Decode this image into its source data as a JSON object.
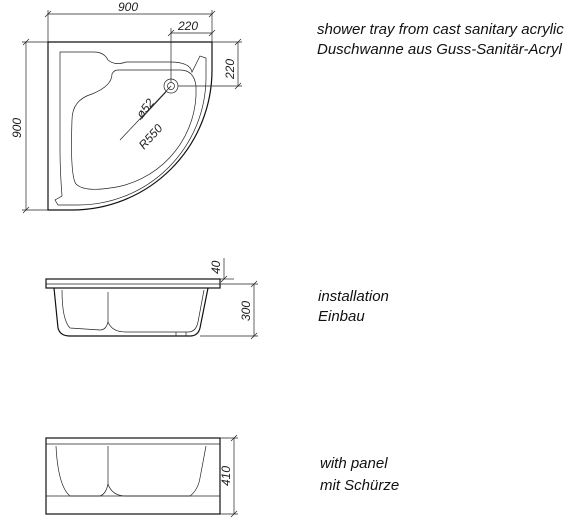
{
  "plan": {
    "dim_width": "900",
    "dim_depth": "900",
    "dim_offset_x": "220",
    "dim_offset_y": "220",
    "dim_drain": "ø52",
    "dim_radius": "R550"
  },
  "section_installation": {
    "dim_rim": "40",
    "dim_height": "300"
  },
  "section_panel": {
    "dim_height": "410"
  },
  "captions": {
    "tray_en": "shower tray from cast sanitary acrylic",
    "tray_de": "Duschwanne aus Guss-Sanitär-Acryl",
    "installation_en": "installation",
    "installation_de": "Einbau",
    "panel_en": "with panel",
    "panel_de": "mit Schürze"
  }
}
